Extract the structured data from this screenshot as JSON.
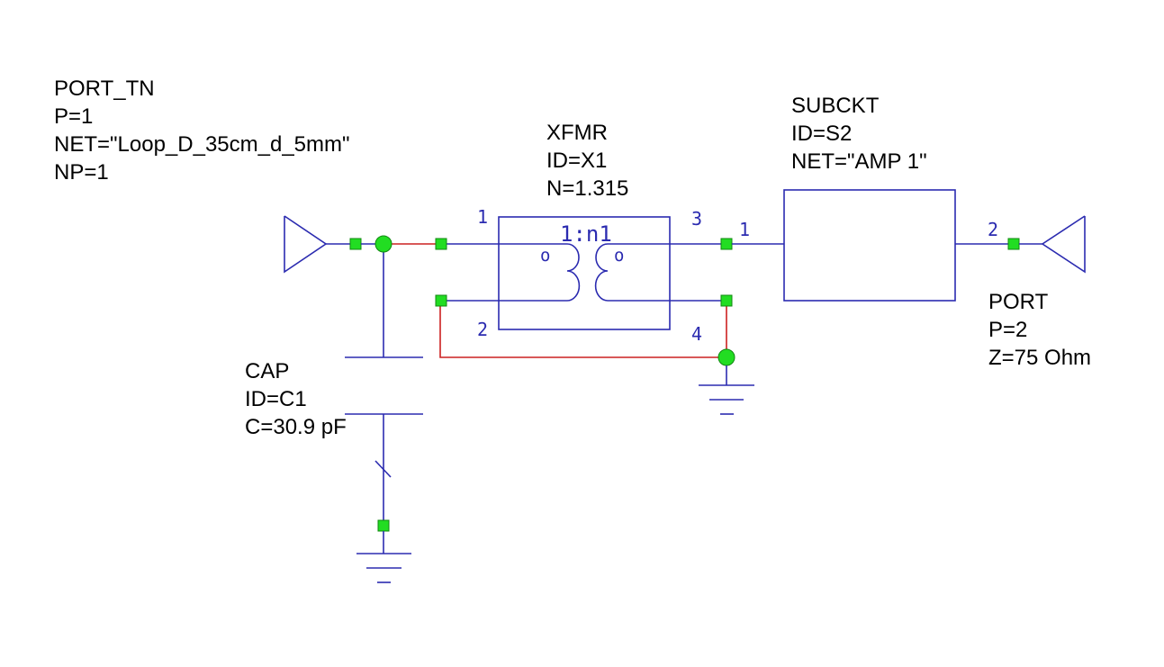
{
  "colors": {
    "wire": "#2b2bb0",
    "connection_wire": "#cc2020",
    "node": "#22dd22",
    "pin_label": "#2b2bb0",
    "text": "#000000"
  },
  "port_tn": {
    "lines": [
      "PORT_TN",
      "P=1",
      "NET=\"Loop_D_35cm_d_5mm\"",
      "NP=1"
    ]
  },
  "xfmr": {
    "lines": [
      "XFMR",
      "ID=X1",
      "N=1.315"
    ],
    "ratio": "1:n1",
    "dot_left": "o",
    "dot_right": "o",
    "pins": [
      "1",
      "2",
      "3",
      "4"
    ]
  },
  "subckt": {
    "lines": [
      "SUBCKT",
      "ID=S2",
      "NET=\"AMP 1\""
    ],
    "pins": [
      "1",
      "2"
    ]
  },
  "port": {
    "lines": [
      "PORT",
      "P=2",
      "Z=75 Ohm"
    ]
  },
  "cap": {
    "lines": [
      "CAP",
      "ID=C1",
      "C=30.9 pF"
    ]
  }
}
